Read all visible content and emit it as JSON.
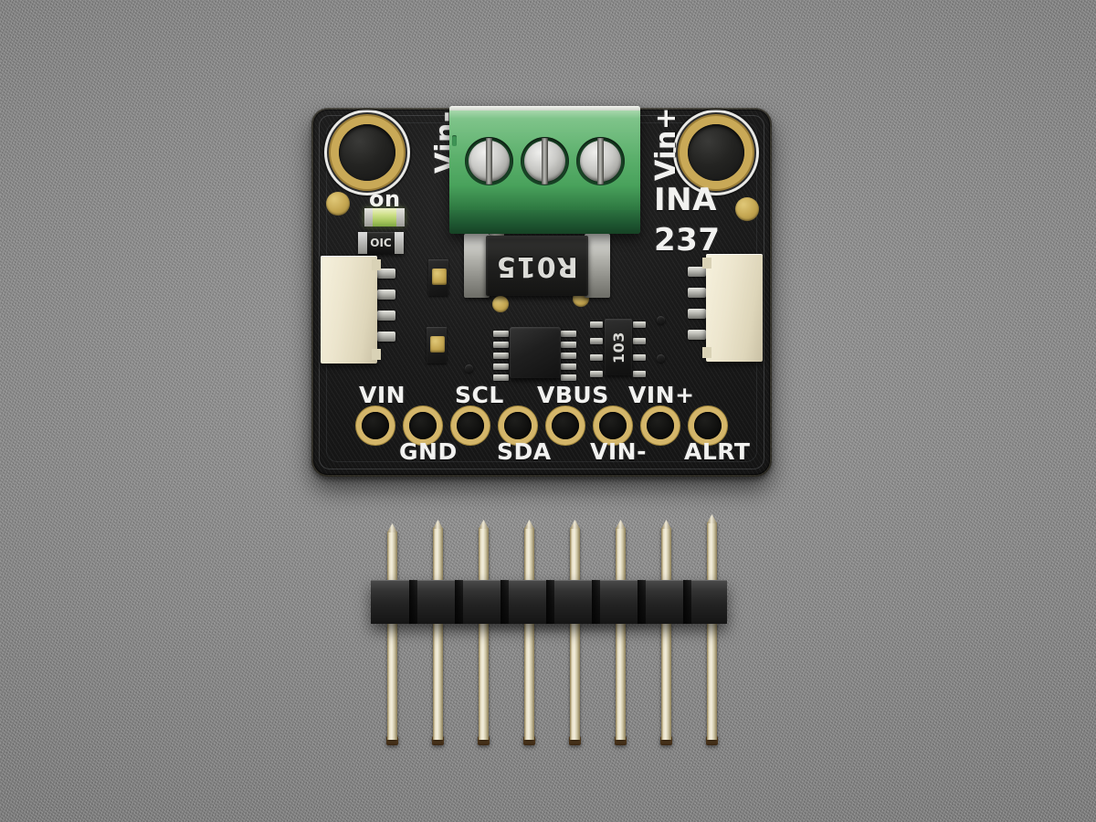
{
  "scene": {
    "subject": "Adafruit INA237 current sensor breakout board with 8-pin header strip",
    "background_color": "#8b8b8b",
    "pcb_color": "#1a1a1a",
    "silkscreen_color": "#f2f2f0",
    "gold_color": "#c9a957",
    "terminal_green": "#49a25c"
  },
  "board": {
    "part_label_line1": "INA",
    "part_label_line2": "237",
    "led_label": "on",
    "vin_minus_label": "Vin-",
    "vin_plus_label": "Vin+",
    "logo_name": "adafruit-flower-logo"
  },
  "components": {
    "shunt_resistor_marking": "R015",
    "resistor_array_marking": "103",
    "small_resistor_marking": "OIC",
    "terminal_block_positions": 3,
    "qt_connector_pins": 4,
    "mounting_holes": 2
  },
  "pin_labels": {
    "top_row": [
      "VIN",
      "SCL",
      "VBUS",
      "VIN+"
    ],
    "bottom_row": [
      "GND",
      "SDA",
      "VIN-",
      "ALRT"
    ],
    "order": [
      "VIN",
      "GND",
      "SCL",
      "SDA",
      "VBUS",
      "VIN-",
      "VIN+",
      "ALRT"
    ],
    "count": 8
  },
  "header_strip": {
    "name": "8-pin male header",
    "pin_count": 8
  }
}
